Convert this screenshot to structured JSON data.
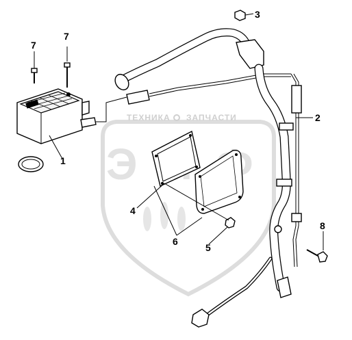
{
  "watermark": {
    "line1_left": "ТЕХНИКА",
    "line1_right": "ЗАПЧАСТИ",
    "big_letters": [
      "Э",
      "П",
      "Ф"
    ]
  },
  "callouts": [
    {
      "id": "c1",
      "label": "1"
    },
    {
      "id": "c2",
      "label": "2"
    },
    {
      "id": "c3",
      "label": "3"
    },
    {
      "id": "c4",
      "label": "4"
    },
    {
      "id": "c5",
      "label": "5"
    },
    {
      "id": "c6",
      "label": "6"
    },
    {
      "id": "c7a",
      "label": "7"
    },
    {
      "id": "c7b",
      "label": "7"
    },
    {
      "id": "c8",
      "label": "8"
    }
  ]
}
